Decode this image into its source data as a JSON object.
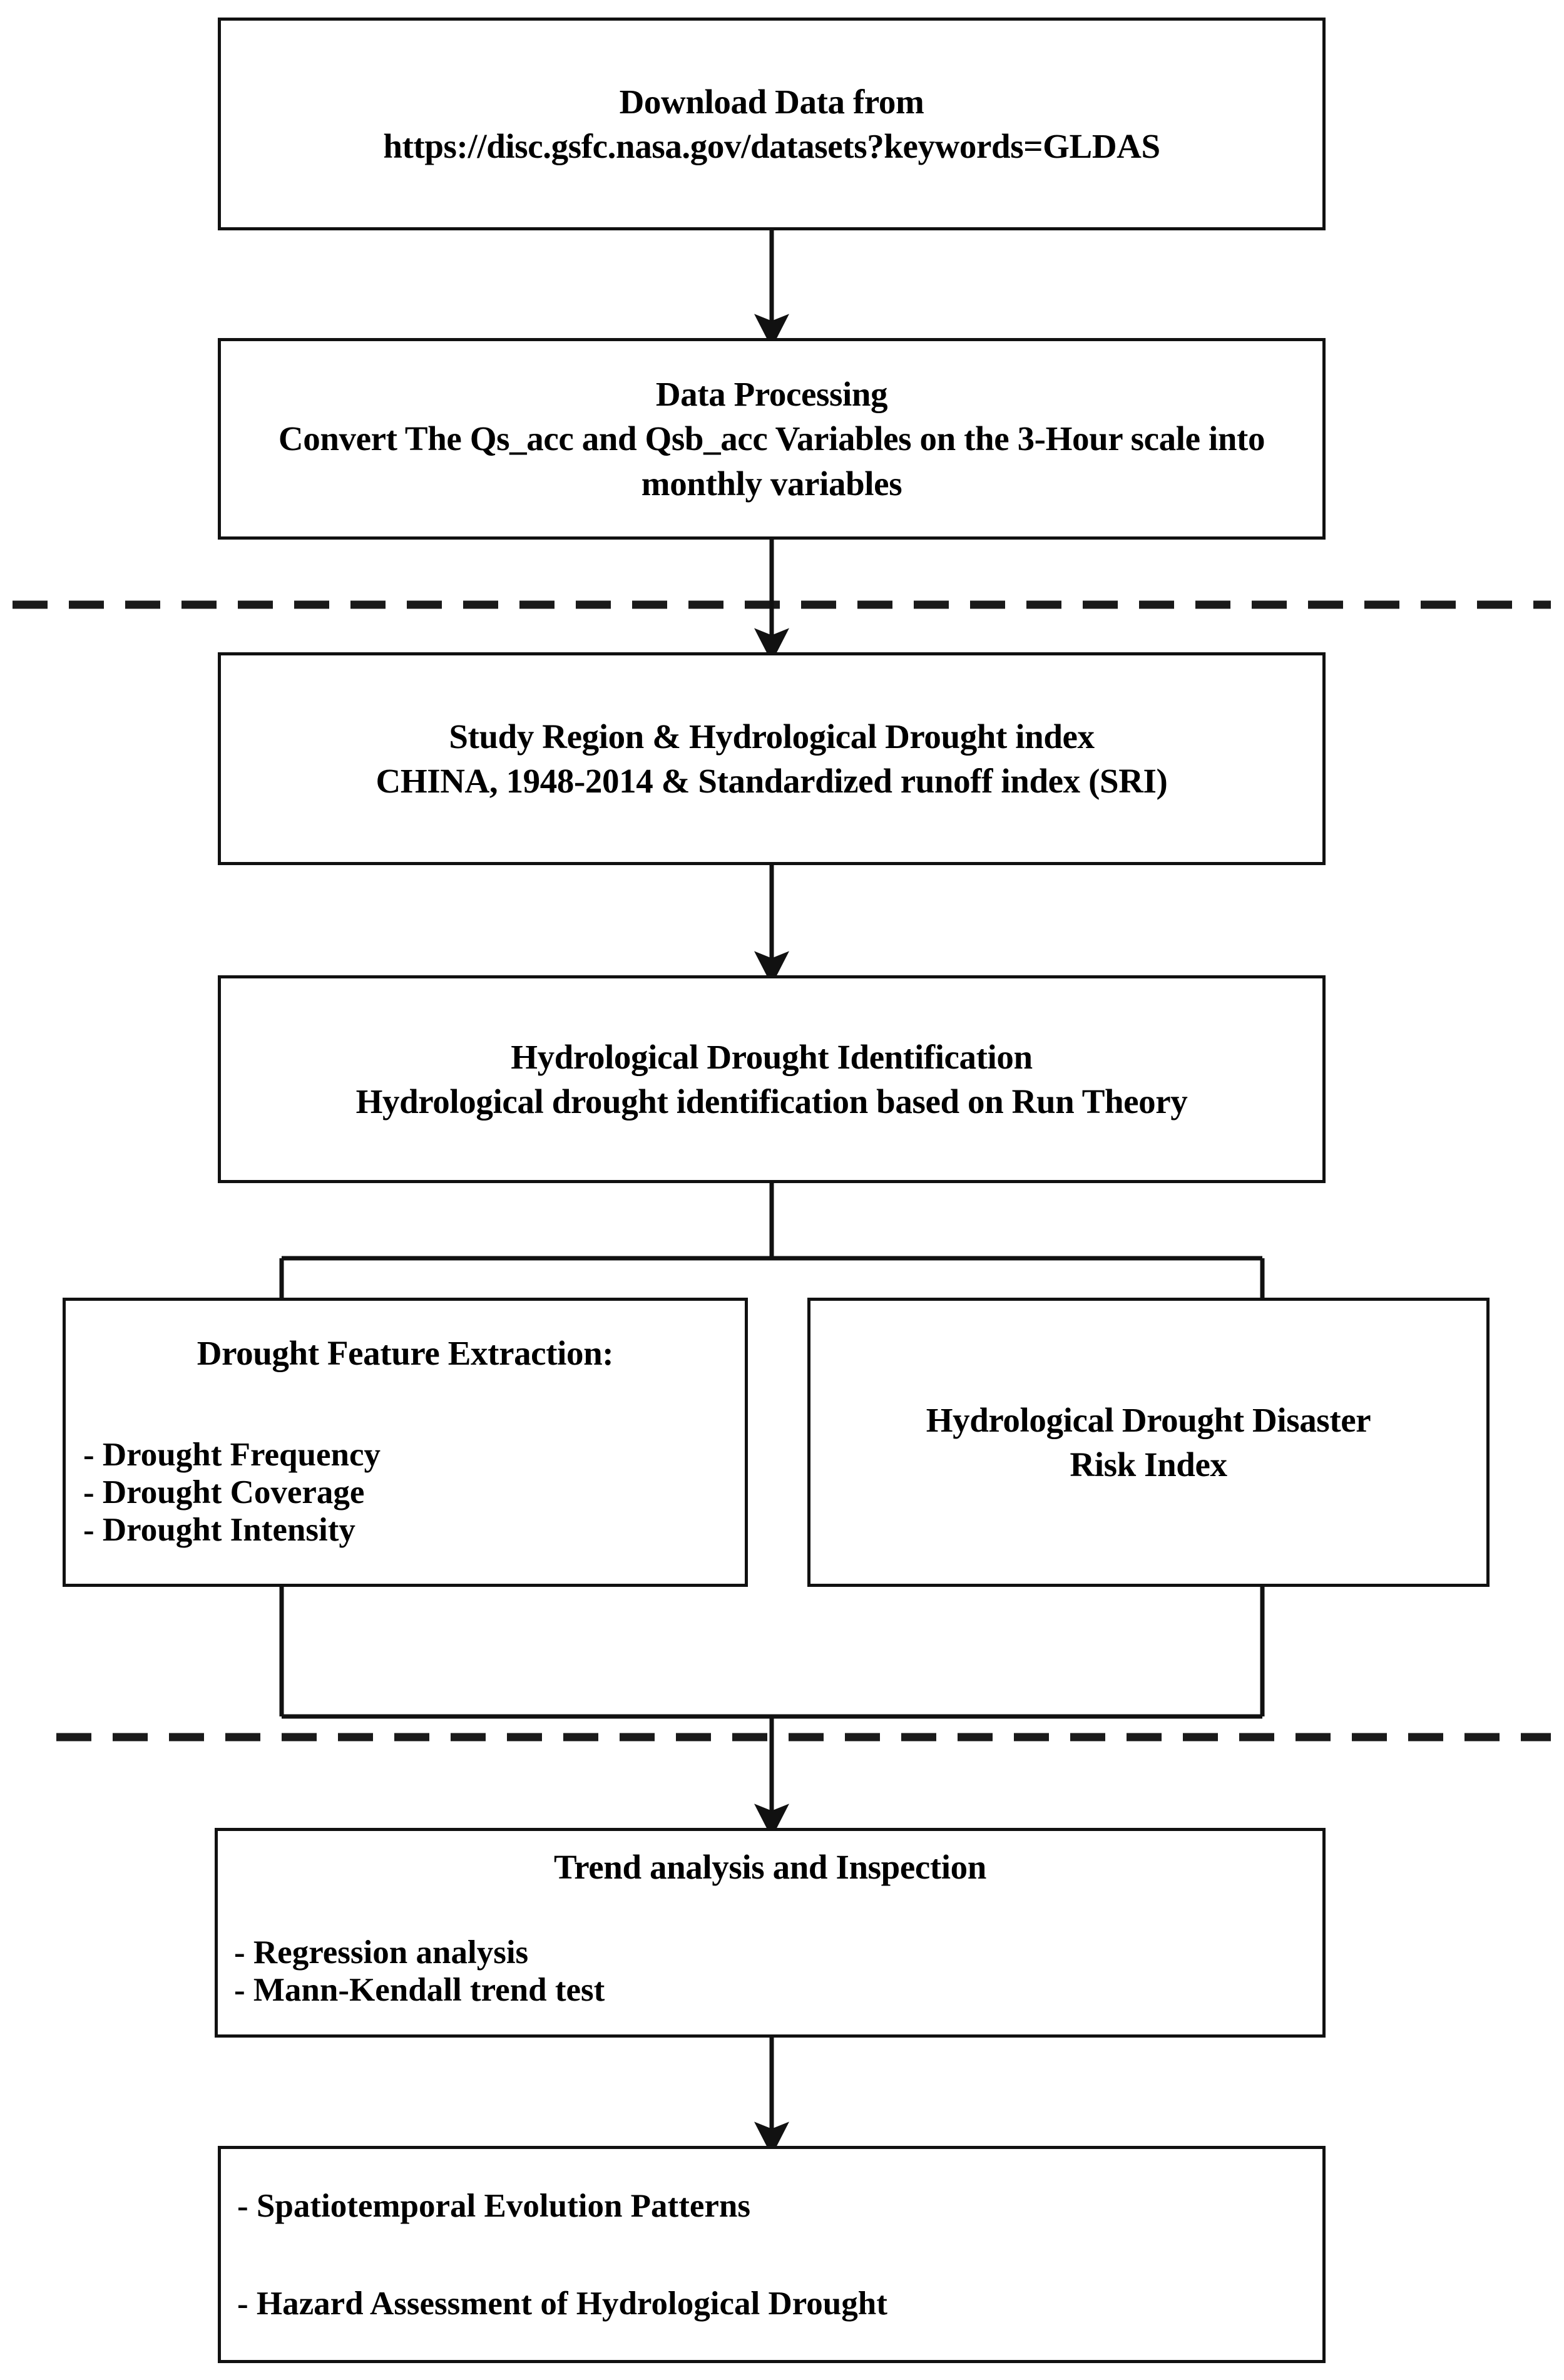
{
  "diagram": {
    "title": "Hydrological Drought Study Workflow Flowchart",
    "orientation": "top-to-bottom",
    "stroke_color": "#111111",
    "background_color": "#ffffff"
  },
  "nodes": {
    "download": {
      "title": "Download Data from",
      "subtitle": "https://disc.gsfc.nasa.gov/datasets?keywords=GLDAS"
    },
    "processing": {
      "title": "Data Processing",
      "subtitle": "Convert The Qs_acc and Qsb_acc Variables on the 3-Hour scale into monthly variables"
    },
    "study_region": {
      "title": "Study Region & Hydrological Drought index",
      "subtitle": "CHINA, 1948-2014 &  Standardized runoff index (SRI)"
    },
    "identification": {
      "title": "Hydrological Drought Identification",
      "subtitle": "Hydrological drought identification based on Run Theory"
    },
    "feature_extraction": {
      "title": "Drought Feature Extraction:",
      "items": [
        "- Drought Frequency",
        "- Drought Coverage",
        "- Drought Intensity"
      ]
    },
    "risk_index": {
      "line1": "Hydrological Drought Disaster",
      "line2": "Risk Index"
    },
    "trend_analysis": {
      "title": "Trend analysis and Inspection",
      "items": [
        "- Regression analysis",
        "- Mann-Kendall trend test"
      ]
    },
    "outcomes": {
      "items": [
        "- Spatiotemporal Evolution Patterns",
        "- Hazard Assessment of Hydrological Drought"
      ]
    }
  },
  "separators": {
    "divider_top": "dashed-section-divider",
    "divider_bottom": "dashed-section-divider"
  },
  "connectors": {
    "download_to_processing": "arrow-down",
    "processing_to_study_region": "arrow-down",
    "study_region_to_identification": "arrow-down",
    "identification_to_branches": "split-fork",
    "branches_to_trend": "merge-fork-arrow-down",
    "trend_to_outcomes": "arrow-down"
  }
}
